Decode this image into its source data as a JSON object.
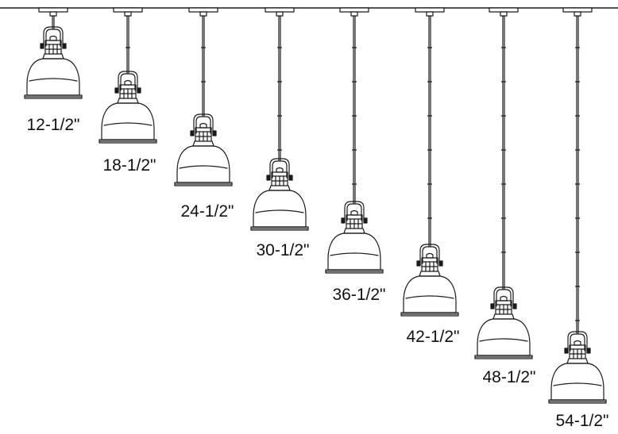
{
  "pendants": [
    {
      "drop_label": "12-1/2\""
    },
    {
      "drop_label": "18-1/2\""
    },
    {
      "drop_label": "24-1/2\""
    },
    {
      "drop_label": "30-1/2\""
    },
    {
      "drop_label": "36-1/2\""
    },
    {
      "drop_label": "42-1/2\""
    },
    {
      "drop_label": "48-1/2\""
    },
    {
      "drop_label": "54-1/2\""
    }
  ],
  "colors": {
    "line": "#1a1a1a",
    "background": "#ffffff"
  }
}
